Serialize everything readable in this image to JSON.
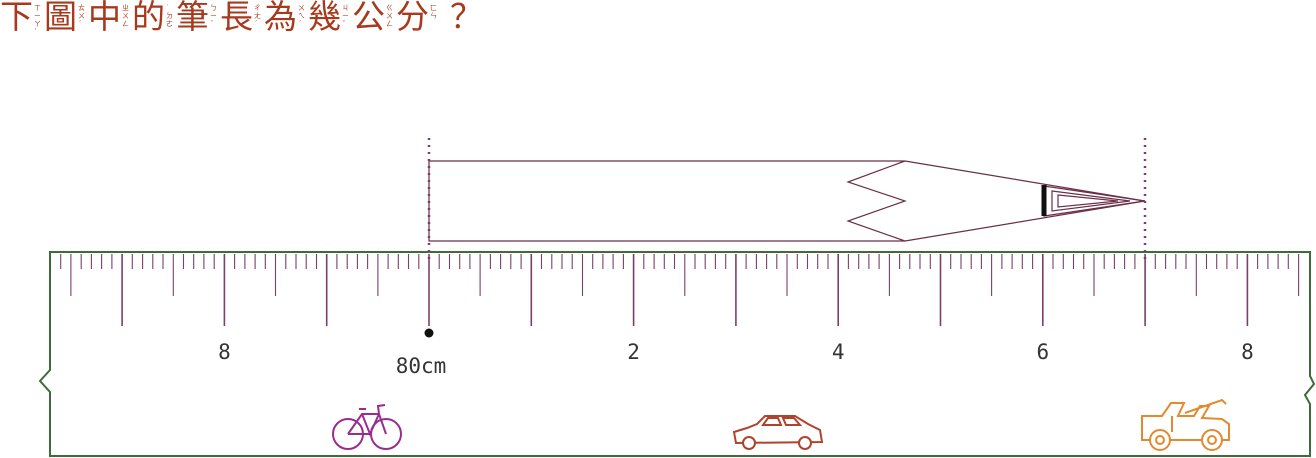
{
  "question": {
    "characters": [
      {
        "char": "下",
        "zhuyin": "ㄒㄧㄚˋ"
      },
      {
        "char": "圖",
        "zhuyin": "ㄊㄨˊ"
      },
      {
        "char": "中",
        "zhuyin": "ㄓㄨㄥ"
      },
      {
        "char": "的",
        "zhuyin": "˙ㄉㄜ"
      },
      {
        "char": "筆",
        "zhuyin": "ㄅㄧˇ"
      },
      {
        "char": "長",
        "zhuyin": "ㄔㄤˊ"
      },
      {
        "char": "為",
        "zhuyin": "ㄨㄟˊ"
      },
      {
        "char": "幾",
        "zhuyin": "ㄐㄧˇ"
      },
      {
        "char": "公",
        "zhuyin": "ㄍㄨㄥ"
      },
      {
        "char": "分",
        "zhuyin": "ㄈㄣ"
      }
    ],
    "mark": "？"
  },
  "ruler": {
    "numbers": [
      {
        "label": "8",
        "cm": -2
      },
      {
        "label": "2",
        "cm": 2
      },
      {
        "label": "4",
        "cm": 4
      },
      {
        "label": "6",
        "cm": 6
      },
      {
        "label": "8",
        "cm": 8
      }
    ],
    "marker_label": "80cm",
    "marker_cm": 0,
    "pencil_start_cm": 0,
    "pencil_end_cm": 7,
    "colors": {
      "ticks": "#7b3f6e",
      "outline": "#3f6b3a",
      "question": "#a8391c",
      "pencil": "#6a3048"
    }
  },
  "icons": {
    "bicycle": {
      "name": "bicycle-icon",
      "color": "#9a2c8f"
    },
    "car": {
      "name": "car-icon",
      "color": "#b0442b"
    },
    "jeep": {
      "name": "jeep-icon",
      "color": "#e38a2e"
    }
  }
}
